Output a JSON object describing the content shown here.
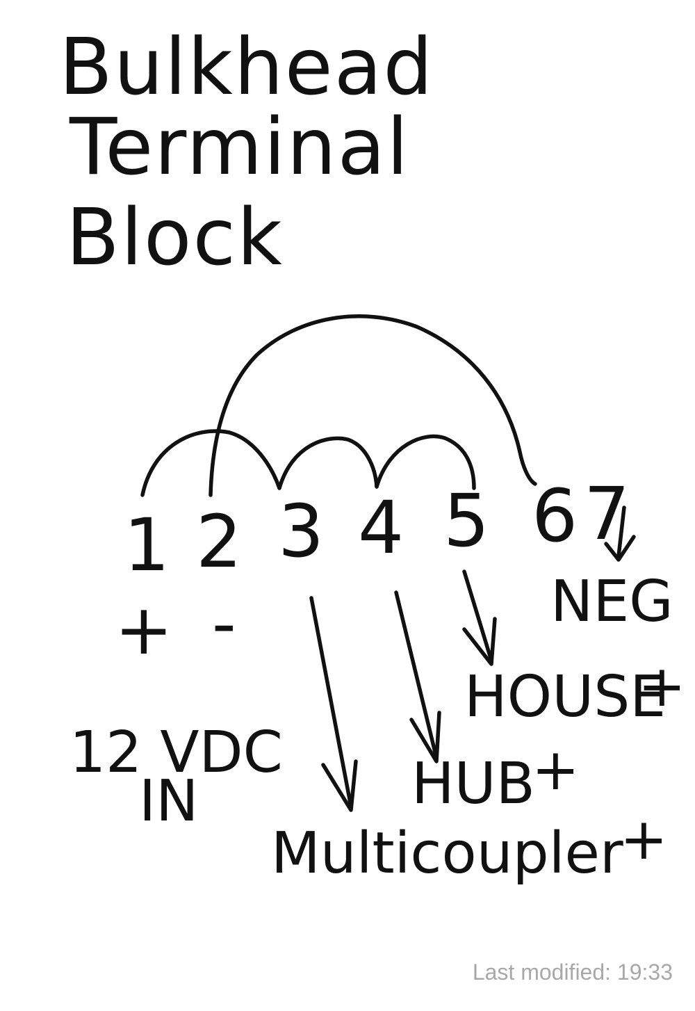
{
  "title": [
    "Bulkhead",
    "Terminal",
    "Block"
  ],
  "terminals": [
    "1",
    "2",
    "3",
    "4",
    "5",
    "6",
    "7"
  ],
  "labels": {
    "plus": "+",
    "minus": "-",
    "vdc_line1": "12 VDC",
    "vdc_line2": "IN",
    "neg": "NEG",
    "house": "HOUSE",
    "hub": "HUB",
    "multicoupler": "Multicoupler"
  },
  "footer": "Last modified: 19:33",
  "colors": {
    "ink": "#111111",
    "accent": "#e8392a",
    "footer": "#a8a8a8"
  }
}
